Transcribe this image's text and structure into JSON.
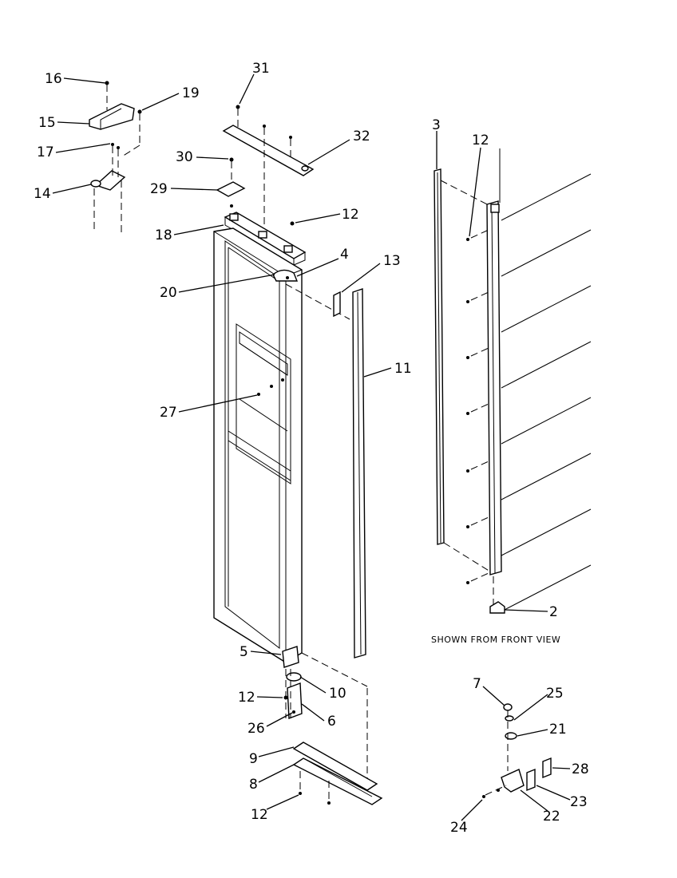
{
  "diagram": {
    "caption": "SHOWN FROM FRONT VIEW",
    "callouts": [
      {
        "id": "c16",
        "text": "16"
      },
      {
        "id": "c19",
        "text": "19"
      },
      {
        "id": "c15",
        "text": "15"
      },
      {
        "id": "c17",
        "text": "17"
      },
      {
        "id": "c14",
        "text": "14"
      },
      {
        "id": "c31",
        "text": "31"
      },
      {
        "id": "c32",
        "text": "32"
      },
      {
        "id": "c30",
        "text": "30"
      },
      {
        "id": "c29",
        "text": "29"
      },
      {
        "id": "c12a",
        "text": "12"
      },
      {
        "id": "c18",
        "text": "18"
      },
      {
        "id": "c4",
        "text": "4"
      },
      {
        "id": "c20",
        "text": "20"
      },
      {
        "id": "c13",
        "text": "13"
      },
      {
        "id": "c11",
        "text": "11"
      },
      {
        "id": "c27",
        "text": "27"
      },
      {
        "id": "c3",
        "text": "3"
      },
      {
        "id": "c12b",
        "text": "12"
      },
      {
        "id": "c2",
        "text": "2"
      },
      {
        "id": "c5",
        "text": "5"
      },
      {
        "id": "c10",
        "text": "10"
      },
      {
        "id": "c12c",
        "text": "12"
      },
      {
        "id": "c6",
        "text": "6"
      },
      {
        "id": "c26",
        "text": "26"
      },
      {
        "id": "c9",
        "text": "9"
      },
      {
        "id": "c8",
        "text": "8"
      },
      {
        "id": "c12d",
        "text": "12"
      },
      {
        "id": "c7",
        "text": "7"
      },
      {
        "id": "c25",
        "text": "25"
      },
      {
        "id": "c21",
        "text": "21"
      },
      {
        "id": "c28",
        "text": "28"
      },
      {
        "id": "c23",
        "text": "23"
      },
      {
        "id": "c22",
        "text": "22"
      },
      {
        "id": "c24",
        "text": "24"
      }
    ]
  }
}
